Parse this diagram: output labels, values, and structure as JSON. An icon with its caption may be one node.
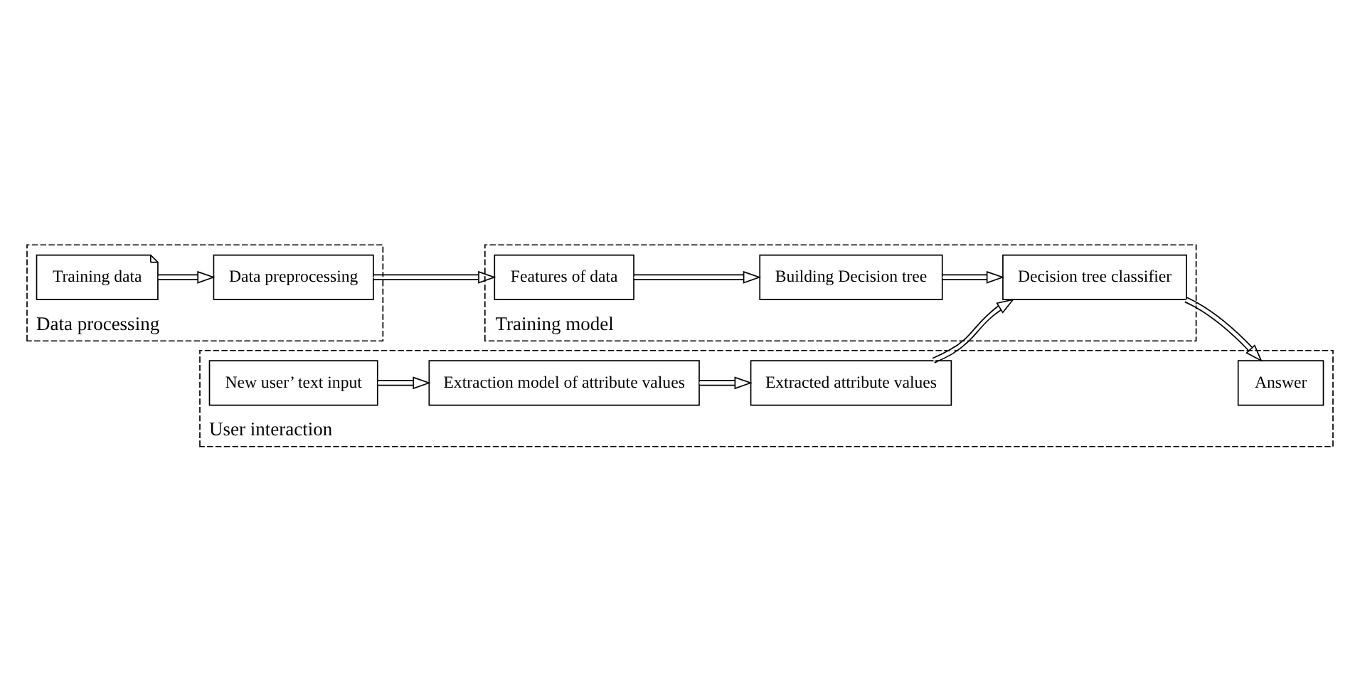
{
  "diagram": {
    "nodes": [
      {
        "text": [
          "Data processing"
        ]
      },
      {
        "text": [
          "Training data"
        ],
        "in": 0
      },
      {
        "text": [
          "Data preprocessing"
        ],
        "in": 0
      },
      {
        "text": [
          "Training model"
        ]
      },
      {
        "text": [
          "Features of data"
        ],
        "in": 3
      },
      {
        "text": [
          "Building Decision tree"
        ],
        "in": 3
      },
      {
        "text": [
          "Decision tree classifier"
        ],
        "in": 3
      },
      {
        "text": [
          "User interaction"
        ]
      },
      {
        "text": [
          "New user’ text input"
        ],
        "in": 7
      },
      {
        "text": [
          "Extraction model of attribute values"
        ],
        "in": 7
      },
      {
        "text": [
          "Extracted attribute values"
        ],
        "in": 7
      },
      {
        "text": [
          "Answer"
        ],
        "in": 7
      }
    ],
    "edges": [
      {
        "from": 1,
        "to": 2,
        "arrow": "to"
      },
      {
        "from": 2,
        "to": 4,
        "arrow": "to"
      },
      {
        "from": 4,
        "to": 5,
        "arrow": "to"
      },
      {
        "from": 5,
        "to": 6,
        "arrow": "to"
      },
      {
        "from": 8,
        "to": 9,
        "arrow": "to"
      },
      {
        "from": 9,
        "to": 10,
        "arrow": "to"
      },
      {
        "from": 10,
        "to": 6,
        "arrow": "to"
      },
      {
        "from": 6,
        "to": 11,
        "arrow": "to"
      }
    ]
  }
}
